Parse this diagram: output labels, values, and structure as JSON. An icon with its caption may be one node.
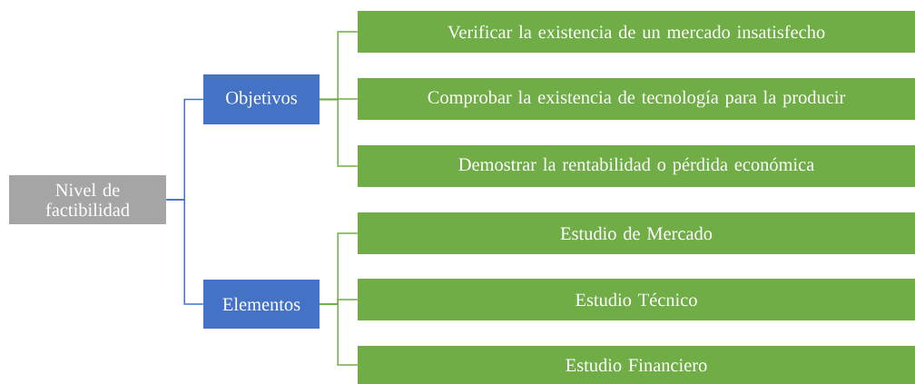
{
  "diagram": {
    "nodes": [
      {
        "text": [
          "Nivel de factibilidad"
        ]
      },
      {
        "text": [
          "Objetivos"
        ]
      },
      {
        "text": [
          "Elementos"
        ]
      },
      {
        "text": [
          "Verificar la existencia de un mercado insatisfecho"
        ]
      },
      {
        "text": [
          "Comprobar la existencia de tecnología para la producir"
        ]
      },
      {
        "text": [
          "Demostrar la rentabilidad o pérdida económica"
        ]
      },
      {
        "text": [
          "Estudio de Mercado"
        ]
      },
      {
        "text": [
          "Estudio Técnico"
        ]
      },
      {
        "text": [
          "Estudio Financiero"
        ]
      }
    ],
    "edges": [
      {
        "from": 0,
        "to": 1,
        "arrow": "none",
        "color": "#4472c4"
      },
      {
        "from": 0,
        "to": 2,
        "arrow": "none",
        "color": "#4472c4"
      },
      {
        "from": 1,
        "to": 3,
        "arrow": "none"
      },
      {
        "from": 1,
        "to": 4,
        "arrow": "none"
      },
      {
        "from": 1,
        "to": 5,
        "arrow": "none"
      },
      {
        "from": 2,
        "to": 6,
        "arrow": "none"
      },
      {
        "from": 2,
        "to": 7,
        "arrow": "none"
      },
      {
        "from": 2,
        "to": 8,
        "arrow": "none"
      }
    ]
  }
}
